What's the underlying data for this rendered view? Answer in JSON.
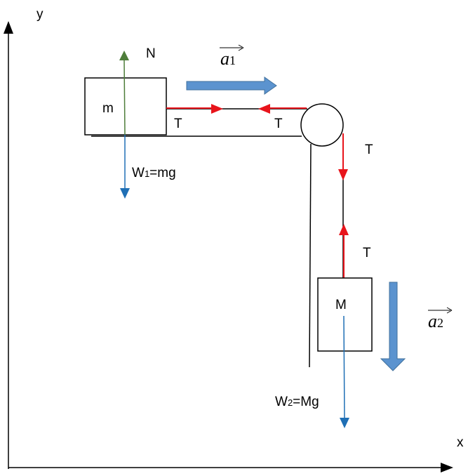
{
  "axes": {
    "x_label": "x",
    "y_label": "y"
  },
  "block_small": {
    "label": "m"
  },
  "block_large": {
    "label": "M"
  },
  "forces": {
    "normal": "N",
    "tension": "T",
    "weight1": {
      "prefix": "W",
      "subscript": "1",
      "rest": "=mg"
    },
    "weight2": {
      "prefix": "W",
      "subscript": "2",
      "rest": "=Mg"
    }
  },
  "accelerations": {
    "a1": {
      "symbol": "a",
      "subscript": "1"
    },
    "a2": {
      "symbol": "a",
      "subscript": "2"
    }
  },
  "colors": {
    "normal": "#4e7d3a",
    "tension": "#e8141b",
    "weight": "#1f6fb5",
    "acceleration": "#5b93cf",
    "acceleration_edge": "#41719c"
  }
}
